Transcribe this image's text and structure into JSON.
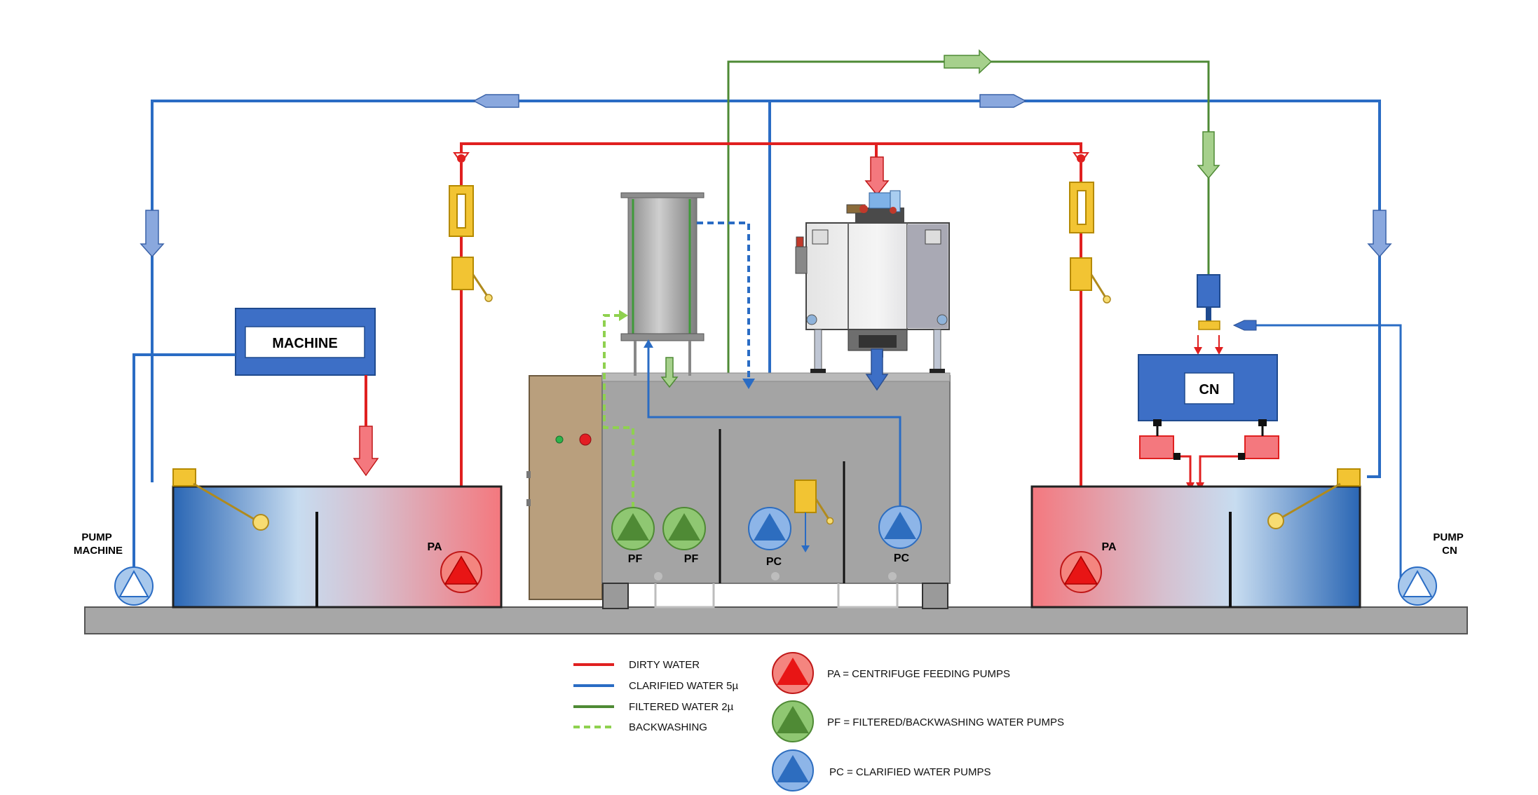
{
  "machine": {
    "label": "MACHINE"
  },
  "cn": {
    "label": "CN"
  },
  "pumps": {
    "pump_machine": "PUMP\nMACHINE",
    "pump_cn": "PUMP\nCN",
    "pa_left": "PA",
    "pa_right": "PA",
    "pf1": "PF",
    "pf2": "PF",
    "pc1": "PC",
    "pc2": "PC"
  },
  "legend": {
    "lines": [
      {
        "label": "DIRTY WATER",
        "color": "#e02020",
        "dashed": false
      },
      {
        "label": "CLARIFIED WATER 5µ",
        "color": "#2a6cc4",
        "dashed": false
      },
      {
        "label": "FILTERED WATER 2µ",
        "color": "#4e8a35",
        "dashed": false
      },
      {
        "label": "BACKWASHING",
        "color": "#8fd14f",
        "dashed": true
      }
    ],
    "pumps": [
      {
        "label": "PA = CENTRIFUGE FEEDING PUMPS",
        "color": "#f4857f",
        "triangle": "#e81515"
      },
      {
        "label": "PF = FILTERED/BACKWASHING WATER PUMPS",
        "color": "#8fc772",
        "triangle": "#4f8a35"
      },
      {
        "label": "PC = CLARIFIED WATER PUMPS",
        "color": "#8db5e8",
        "triangle": "#2d6dbf"
      }
    ]
  },
  "colors": {
    "dirty": "#e02020",
    "clarified": "#2a6cc4",
    "filtered": "#4e8a35",
    "backwash": "#8fd14f",
    "tank_blue": "#2a66b4",
    "tank_red": "#f4787e",
    "box_blue": "#3d6fc6",
    "valve_yellow": "#f2c433",
    "machine_gray": "#a4a4a4",
    "floor": "#a7a7a7",
    "panel": "#b99f7d"
  }
}
